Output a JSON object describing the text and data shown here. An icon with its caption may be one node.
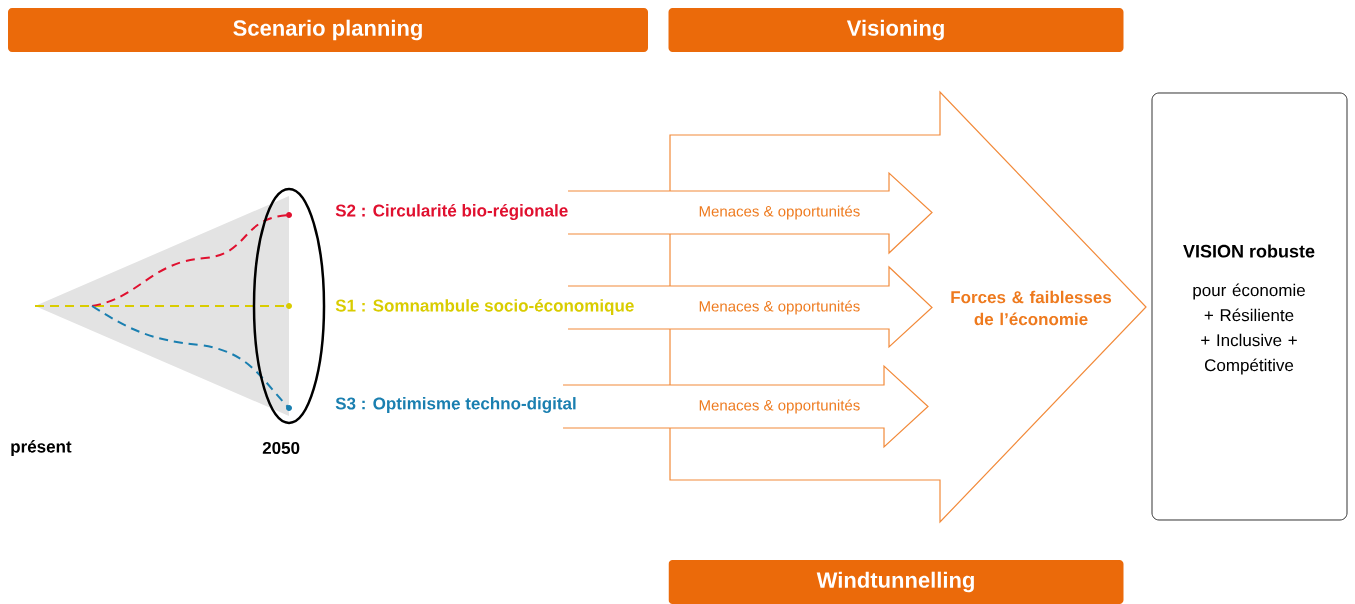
{
  "diagram": {
    "nodes": [
      {
        "text": [
          "Scenario planning"
        ]
      },
      {
        "text": [
          "Visioning"
        ]
      },
      {
        "text": [
          "Windtunnelling"
        ]
      },
      {
        "text": [
          "Forces & faiblesses de l’économie"
        ]
      },
      {
        "text": [
          "Menaces & opportunités"
        ]
      },
      {
        "text": [
          "Menaces & opportunités"
        ]
      },
      {
        "text": [
          "Menaces & opportunités"
        ]
      },
      {
        "text": [
          "VISION robuste",
          "pour économie + Résiliente + Inclusive + Compétitive"
        ]
      }
    ],
    "labels": [
      "S2 : Circularité bio-régionale",
      "S1 : Somnambule socio-économique",
      "présent",
      "S3 : Optimisme techno-digital",
      "2050"
    ]
  }
}
